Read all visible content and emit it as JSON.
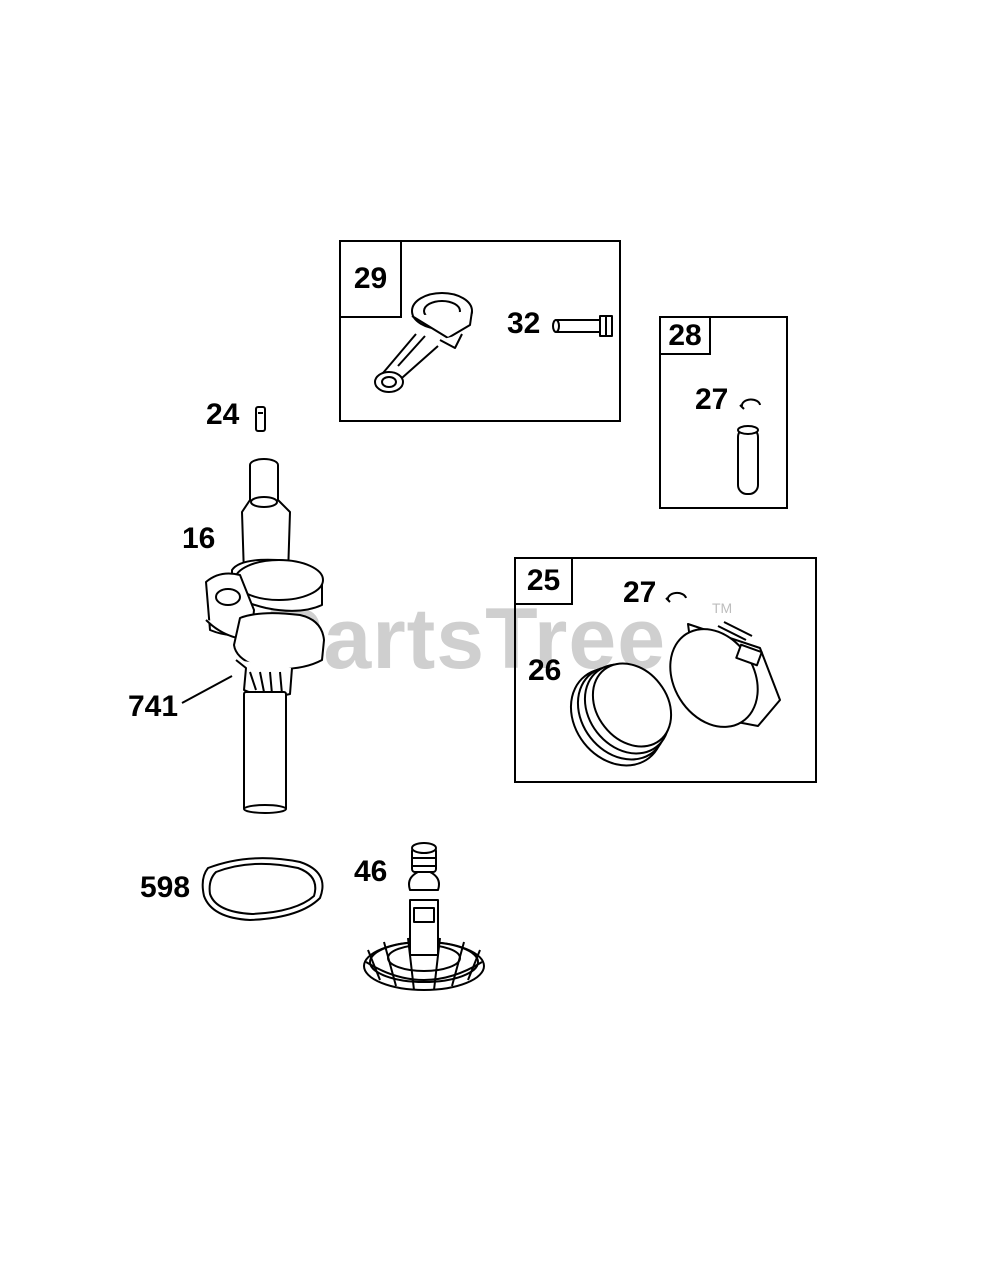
{
  "watermark": {
    "text": "PartsTree",
    "trademark": "TM"
  },
  "boxes": {
    "rod_assembly": "29",
    "pin_assembly": "28",
    "piston_assembly": "25"
  },
  "callouts": {
    "rod_bolt": "32",
    "key": "24",
    "crankshaft": "16",
    "gear": "741",
    "pin_clip_a": "27",
    "pin_clip_b": "27",
    "rings": "26",
    "washer": "598",
    "camshaft": "46"
  },
  "colors": {
    "line": "#000000",
    "watermark": "#cfcfcf"
  }
}
